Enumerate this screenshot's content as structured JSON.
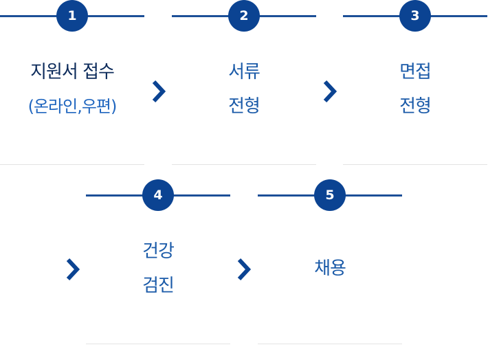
{
  "steps": [
    {
      "number": "1",
      "line1": "지원서 접수",
      "line2": "(온라인,우편)"
    },
    {
      "number": "2",
      "line1": "서류",
      "line2": "전형"
    },
    {
      "number": "3",
      "line1": "면접",
      "line2": "전형"
    },
    {
      "number": "4",
      "line1": "건강",
      "line2": "검진"
    },
    {
      "number": "5",
      "line1": "채용",
      "line2": ""
    }
  ],
  "colors": {
    "circle": "#0b4392",
    "line": "#1c4f97",
    "text": "#1a5aa8",
    "arrow": "#0b4392"
  },
  "icons": {
    "separator": "chevron-right-icon"
  }
}
